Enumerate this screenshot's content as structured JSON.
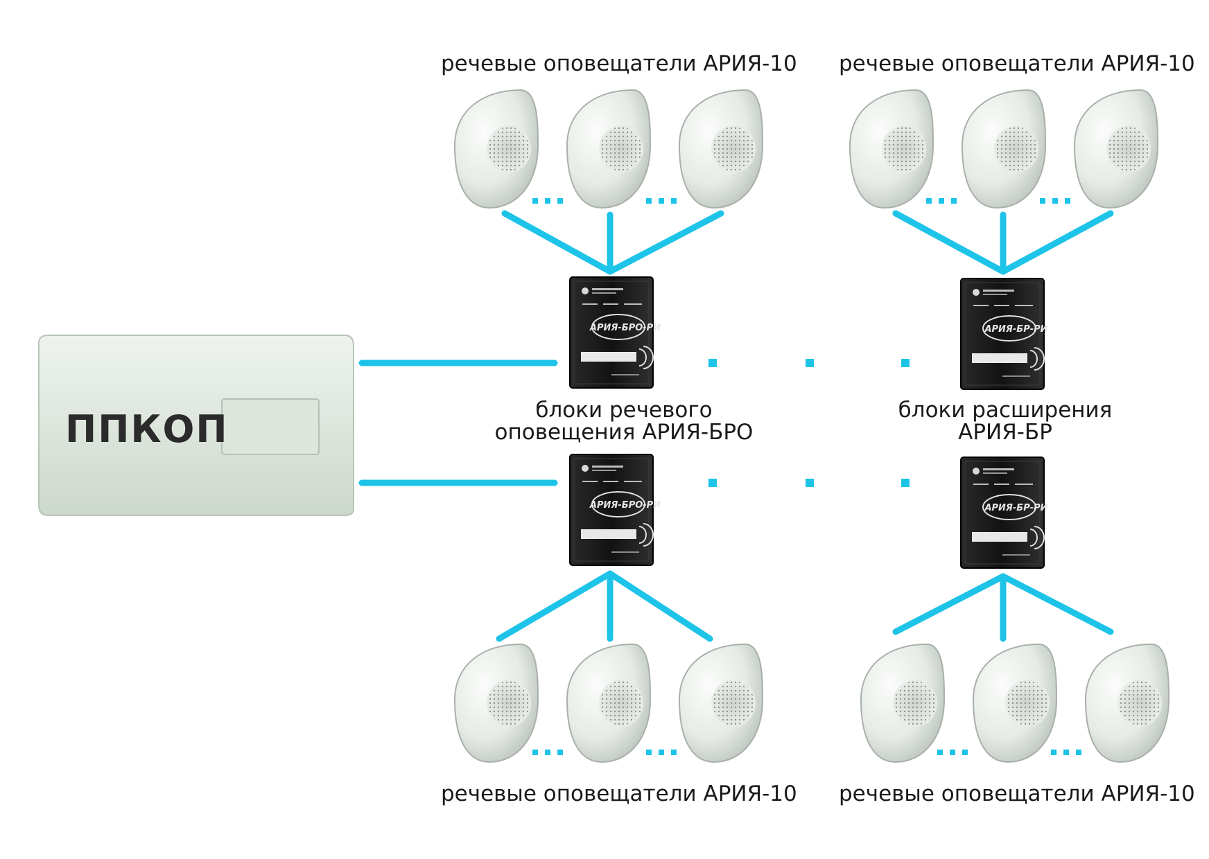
{
  "panel": {
    "label": "ППКОП"
  },
  "labels": {
    "speakers_top_left": "речевые оповещатели АРИЯ-10",
    "speakers_top_right": "речевые оповещатели АРИЯ-10",
    "speakers_bottom_left": "речевые оповещатели АРИЯ-10",
    "speakers_bottom_right": "речевые оповещатели АРИЯ-10",
    "bro_line1": "блоки речевого",
    "bro_line2": "оповещения АРИЯ-БРО",
    "br_line1": "блоки расширения",
    "br_line2": "АРИЯ-БР"
  },
  "devices": {
    "bro_face": "АРИЯ-БРО-РИ",
    "br_face": "АРИЯ-БР-РИ"
  },
  "colors": {
    "connection": "#1ec3e8",
    "panel_body": "#dfe9df",
    "device_body": "#161616"
  }
}
